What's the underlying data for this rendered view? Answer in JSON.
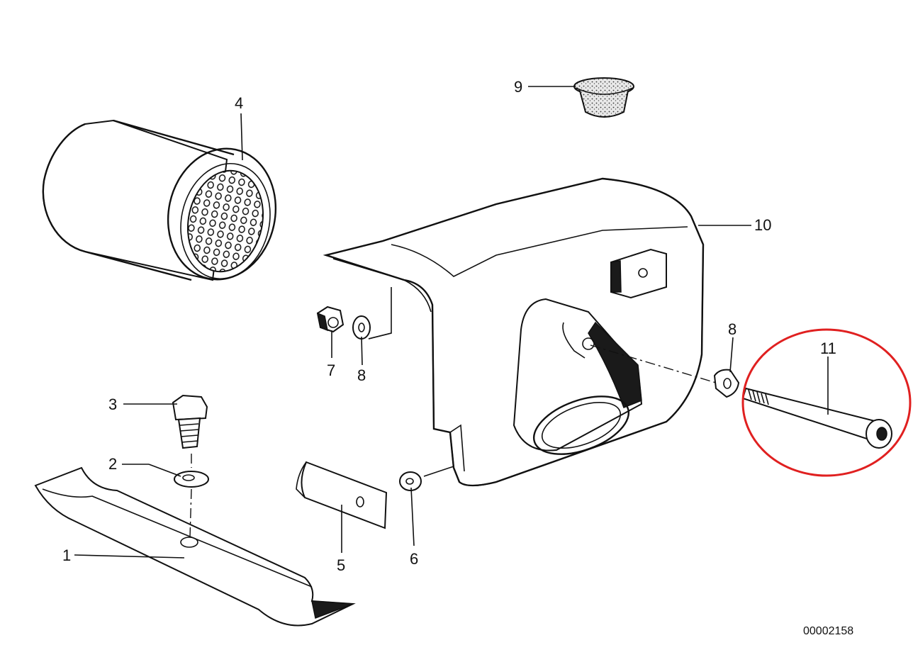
{
  "diagram": {
    "reference_code": "00002158",
    "highlight_color": "#e02020",
    "highlighted_part": "11",
    "callouts": [
      {
        "id": "c1",
        "label": "1"
      },
      {
        "id": "c2",
        "label": "2"
      },
      {
        "id": "c3",
        "label": "3"
      },
      {
        "id": "c4",
        "label": "4"
      },
      {
        "id": "c5",
        "label": "5"
      },
      {
        "id": "c6",
        "label": "6"
      },
      {
        "id": "c7",
        "label": "7"
      },
      {
        "id": "c8a",
        "label": "8"
      },
      {
        "id": "c8b",
        "label": "8"
      },
      {
        "id": "c9",
        "label": "9"
      },
      {
        "id": "c10",
        "label": "10"
      },
      {
        "id": "c11",
        "label": "11"
      }
    ]
  }
}
